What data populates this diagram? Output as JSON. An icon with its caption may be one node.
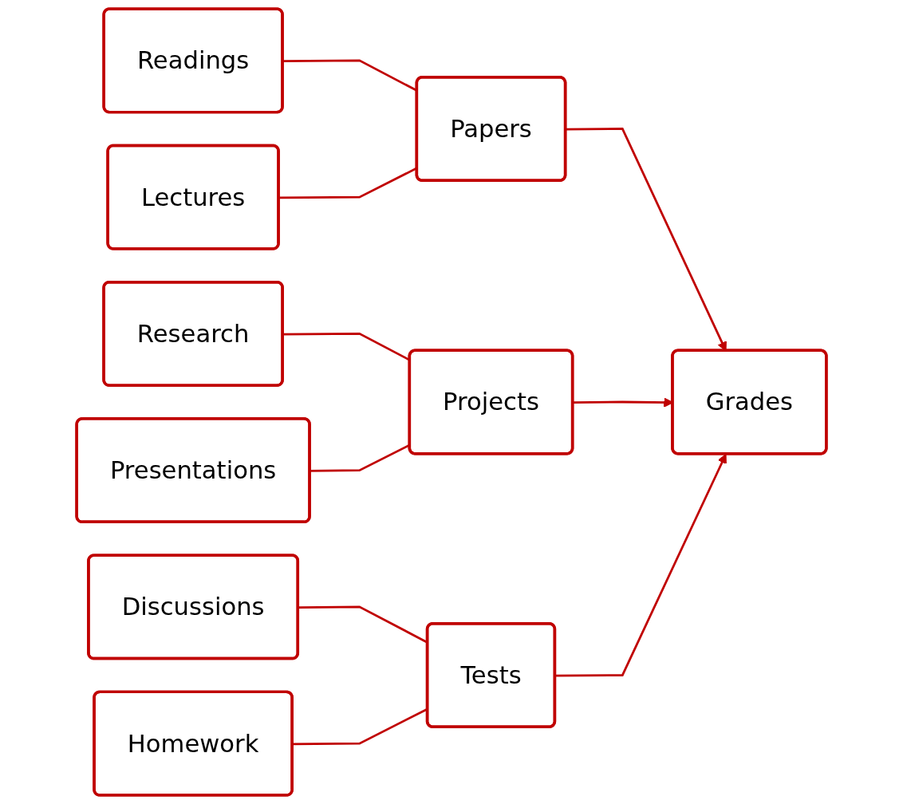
{
  "diagram": {
    "nodes": [
      {
        "text": [
          "Readings"
        ]
      },
      {
        "text": [
          "Lectures"
        ]
      },
      {
        "text": [
          "Papers"
        ]
      },
      {
        "text": [
          "Research"
        ]
      },
      {
        "text": [
          "Presentations"
        ]
      },
      {
        "text": [
          "Projects"
        ]
      },
      {
        "text": [
          "Discussions"
        ]
      },
      {
        "text": [
          "Homework"
        ]
      },
      {
        "text": [
          "Tests"
        ]
      },
      {
        "text": [
          "Grades"
        ]
      }
    ],
    "edges": [
      {
        "from": 0,
        "to": 2,
        "arrow": "none"
      },
      {
        "from": 1,
        "to": 2,
        "arrow": "none"
      },
      {
        "from": 3,
        "to": 5,
        "arrow": "none"
      },
      {
        "from": 4,
        "to": 5,
        "arrow": "none"
      },
      {
        "from": 6,
        "to": 8,
        "arrow": "none"
      },
      {
        "from": 7,
        "to": 8,
        "arrow": "none"
      },
      {
        "from": 2,
        "to": 9,
        "arrow": "to"
      },
      {
        "from": 5,
        "to": 9,
        "arrow": "to"
      },
      {
        "from": 8,
        "to": 9,
        "arrow": "to"
      }
    ]
  }
}
